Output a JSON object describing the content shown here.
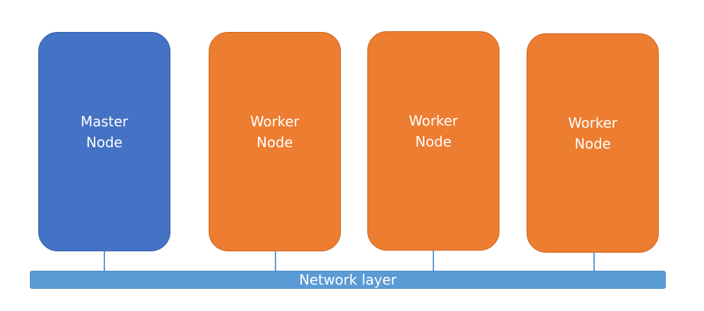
{
  "colors": {
    "master_fill": "#4472c4",
    "master_border": "#3560ab",
    "worker_fill": "#ed7d31",
    "worker_border": "#c9651f",
    "network_fill": "#5b9bd5",
    "connector": "#5b9bd5",
    "text": "#ffffff"
  },
  "nodes": [
    {
      "line1": "Master",
      "line2": "Node",
      "kind": "master"
    },
    {
      "line1": "Worker",
      "line2": "Node",
      "kind": "worker"
    },
    {
      "line1": "Worker",
      "line2": "Node",
      "kind": "worker"
    },
    {
      "line1": "Worker",
      "line2": "Node",
      "kind": "worker"
    }
  ],
  "network": {
    "label": "Network layer"
  }
}
